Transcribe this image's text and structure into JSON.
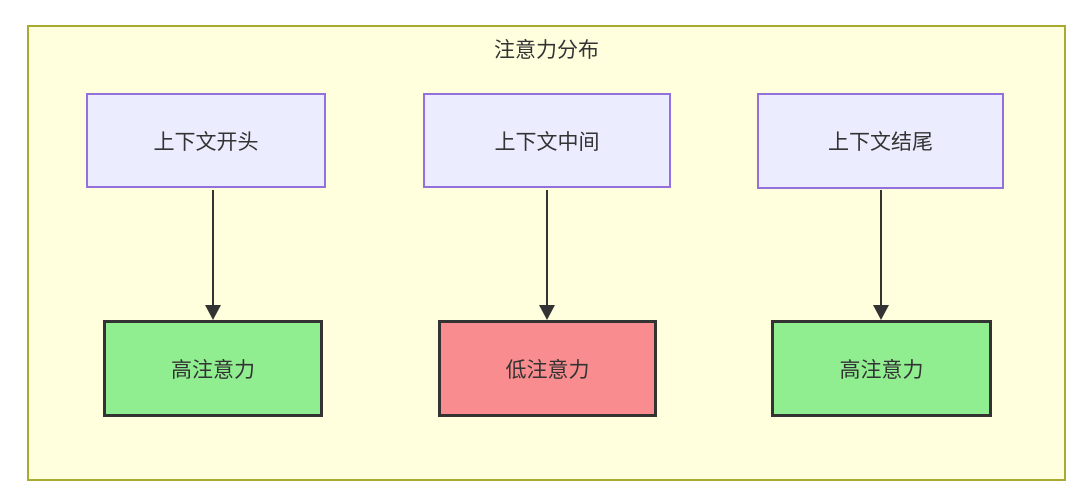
{
  "diagram": {
    "title": "注意力分布",
    "columns": [
      {
        "source": "上下文开头",
        "result": "高注意力",
        "level": "high"
      },
      {
        "source": "上下文中间",
        "result": "低注意力",
        "level": "low"
      },
      {
        "source": "上下文结尾",
        "result": "高注意力",
        "level": "high"
      }
    ],
    "colors": {
      "frame_bg": "#ffffde",
      "frame_border": "#aaaa33",
      "source_bg": "#ececff",
      "source_border": "#9370db",
      "high_bg": "#90ee90",
      "low_bg": "#f98c8e",
      "result_border": "#333333",
      "arrow": "#333333",
      "text": "#333333"
    }
  }
}
